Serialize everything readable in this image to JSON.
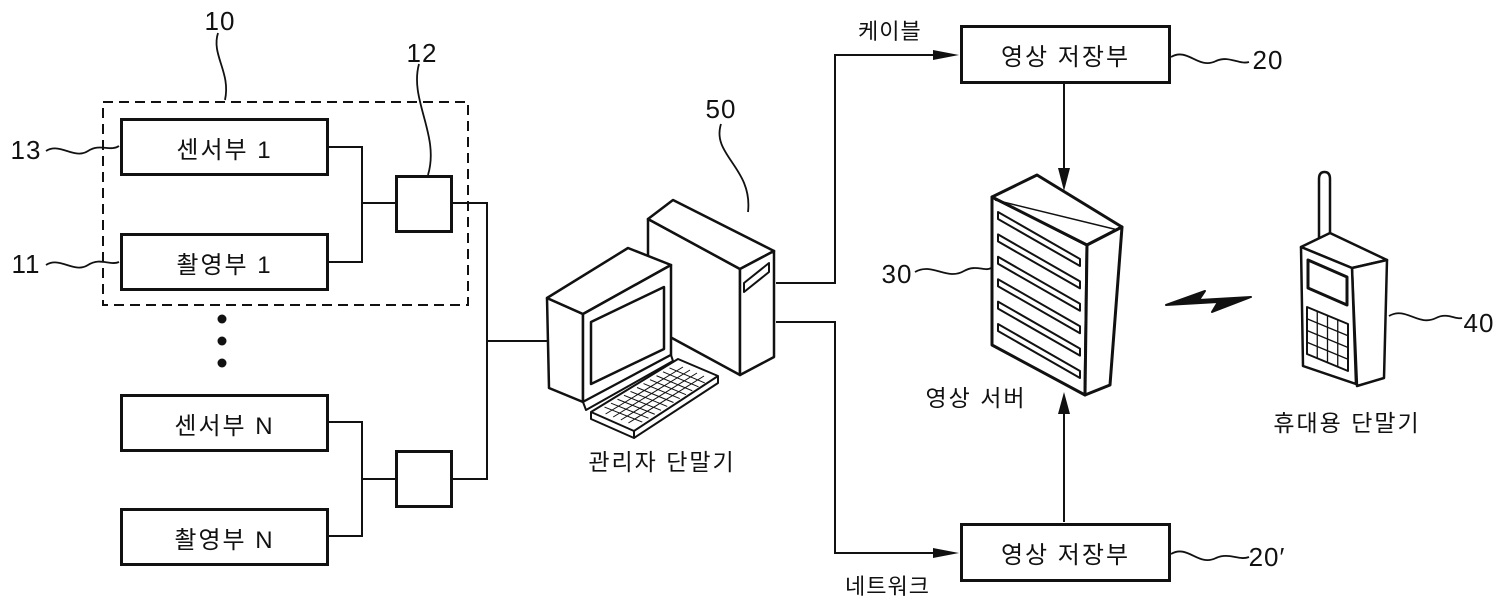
{
  "colors": {
    "ink": "#111111",
    "background": "#ffffff"
  },
  "diagram": {
    "module": {
      "ref": "10"
    },
    "sensor1": {
      "ref": "13",
      "label": "센서부 1"
    },
    "capture1": {
      "ref": "11",
      "label": "촬영부 1"
    },
    "sensorN": {
      "label": "센서부 N"
    },
    "captureN": {
      "label": "촬영부 N"
    },
    "mux": {
      "ref": "12"
    },
    "admin_terminal": {
      "ref": "50",
      "caption": "관리자 단말기"
    },
    "cable_label": "케이블",
    "network_label": "네트워크",
    "storage_top": {
      "ref": "20",
      "label": "영상 저장부"
    },
    "storage_bottom": {
      "ref": "20′",
      "label": "영상 저장부"
    },
    "video_server": {
      "ref": "30",
      "caption": "영상 서버"
    },
    "mobile": {
      "ref": "40",
      "caption": "휴대용 단말기"
    }
  }
}
